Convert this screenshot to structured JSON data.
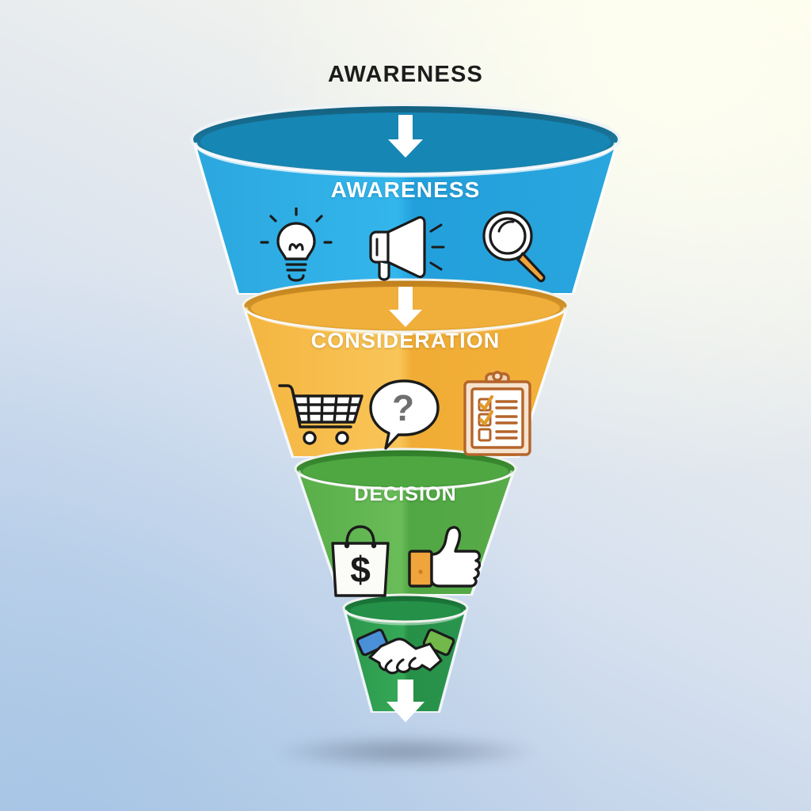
{
  "diagram": {
    "title": "AWARENESS",
    "type": "marketing-funnel",
    "background": {
      "gradient_from": "#FDFCEE",
      "gradient_to": "#B0C8E4"
    },
    "stages": [
      {
        "id": "awareness",
        "label": "AWARENESS",
        "label_color": "#FFFFFF",
        "fill_color": "#29ABE2",
        "rim_color": "#1A7FA8",
        "icons": [
          "lightbulb-icon",
          "megaphone-icon",
          "magnifying-glass-icon"
        ]
      },
      {
        "id": "consideration",
        "label": "CONSIDERATION",
        "label_color": "#FFFFFF",
        "fill_color": "#F5B942",
        "rim_color": "#C98A22",
        "icons": [
          "shopping-cart-icon",
          "question-bubble-icon",
          "clipboard-checklist-icon"
        ]
      },
      {
        "id": "decision",
        "label": "DECISION",
        "label_color": "#FFFFFF",
        "fill_color": "#5CB04C",
        "rim_color": "#3A8A31",
        "icons": [
          "shopping-bag-dollar-icon",
          "thumbs-up-icon"
        ]
      },
      {
        "id": "conversion",
        "label": "",
        "label_color": "#FFFFFF",
        "fill_color": "#2E9B4E",
        "rim_color": "#1E7438",
        "icons": [
          "handshake-icon",
          "down-arrow-icon"
        ]
      }
    ],
    "flow_arrows": [
      {
        "id": "arrow-into-awareness",
        "color": "#FFFFFF"
      },
      {
        "id": "arrow-awareness-to-consideration",
        "color": "#FFFFFF"
      },
      {
        "id": "arrow-funnel-exit",
        "color": "#FFFFFF"
      }
    ]
  }
}
